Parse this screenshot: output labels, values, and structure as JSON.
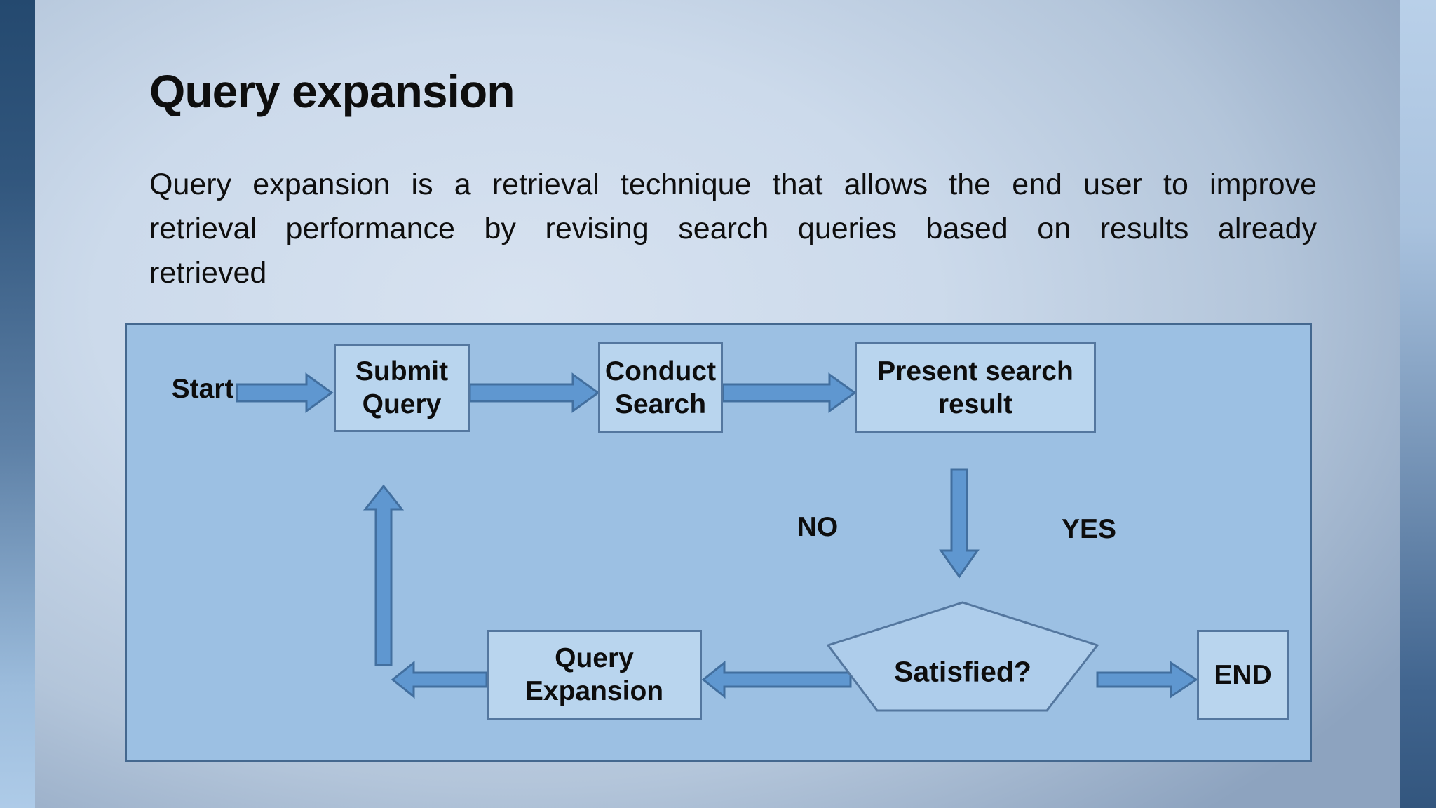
{
  "slide": {
    "title": "Query expansion",
    "body_lines": [
      "Query expansion is a retrieval technique that allows the end user to improve",
      "retrieval performance by revising search queries based on results already",
      "retrieved"
    ]
  },
  "flowchart": {
    "nodes": {
      "start": "Start",
      "submit_query": "Submit Query",
      "conduct_search": "Conduct Search",
      "present_result": "Present search result",
      "satisfied": "Satisfied?",
      "query_expansion": "Query Expansion",
      "end": "END"
    },
    "branch_labels": {
      "no": "NO",
      "yes": "YES"
    },
    "colors": {
      "panel_fill": "#9cc0e3",
      "panel_border": "#44688f",
      "node_fill": "#b9d5ee",
      "node_border": "#54779f",
      "arrow_fill": "#5f97d0",
      "arrow_stroke": "#426f9f",
      "text": "#0d0d0d"
    }
  }
}
